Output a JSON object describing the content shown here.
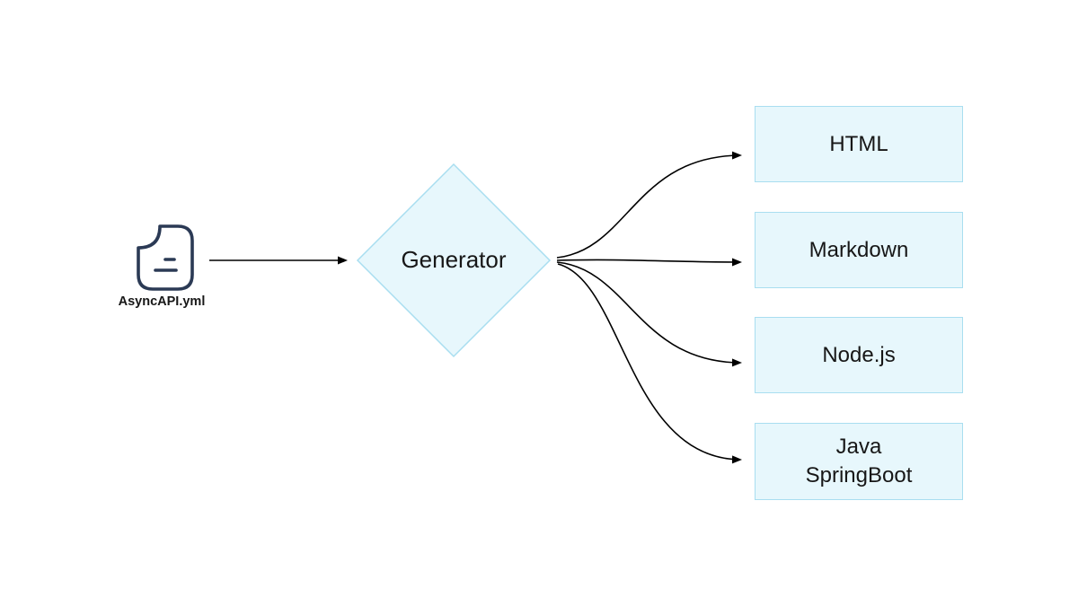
{
  "diagram": {
    "source": {
      "label": "AsyncAPI.yml",
      "icon": "file-icon"
    },
    "generator": {
      "label": "Generator",
      "shape": "diamond"
    },
    "outputs": [
      {
        "label": "HTML"
      },
      {
        "label": "Markdown"
      },
      {
        "label": "Node.js"
      },
      {
        "label": "Java\nSpringBoot"
      }
    ]
  },
  "colors": {
    "canvas_bg": "#ffffff",
    "box_fill": "#e7f7fc",
    "box_stroke": "#a9def0",
    "arrow": "#000000",
    "icon_stroke": "#2b3a55",
    "text": "#171717"
  }
}
